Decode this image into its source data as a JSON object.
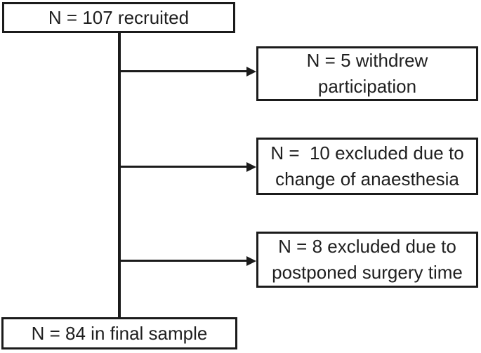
{
  "flowchart": {
    "recruited": {
      "label": "N = 107 recruited"
    },
    "final": {
      "label": "N = 84 in final sample"
    },
    "branches": [
      {
        "line1": "N = 5 withdrew",
        "line2": "participation"
      },
      {
        "line1": "N =  10 excluded due to",
        "line2": "change of anaesthesia"
      },
      {
        "line1": "N = 8 excluded due to",
        "line2": "postponed surgery time"
      }
    ],
    "colors": {
      "line": "#1b1b1b",
      "text": "#1f1f1f",
      "background": "#ffffff"
    }
  }
}
